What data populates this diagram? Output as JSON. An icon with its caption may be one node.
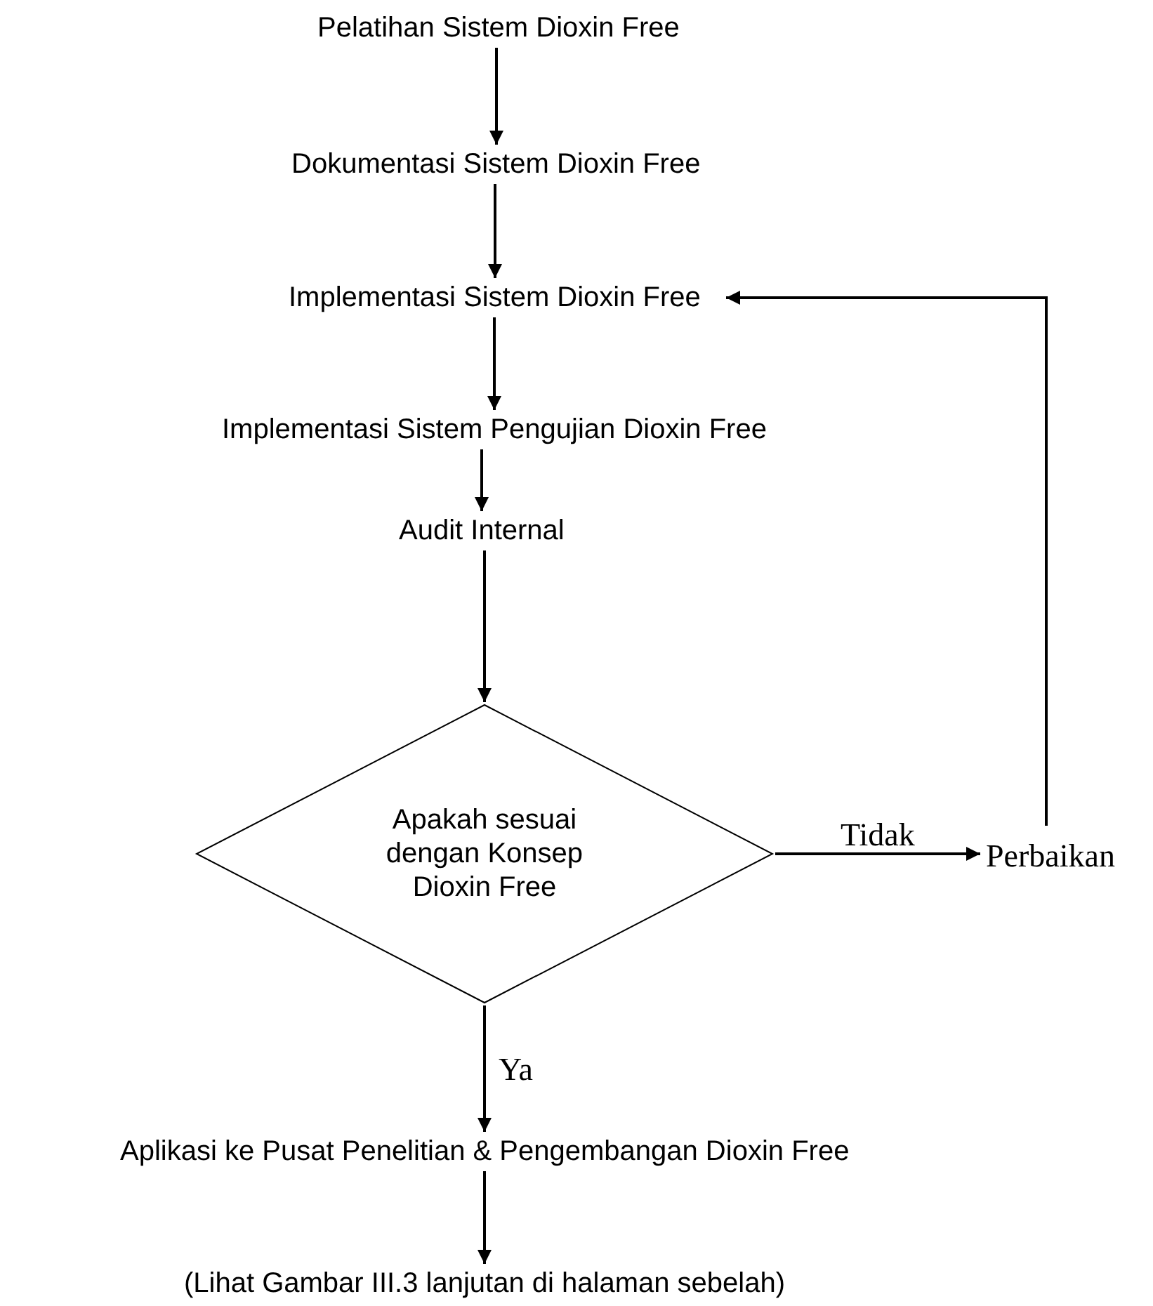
{
  "diagram": {
    "nodes": [
      {
        "text": [
          "Pelatihan Sistem Dioxin Free"
        ]
      },
      {
        "text": [
          "Dokumentasi Sistem Dioxin Free"
        ]
      },
      {
        "text": [
          "Implementasi Sistem Dioxin Free"
        ]
      },
      {
        "text": [
          "Implementasi Sistem Pengujian Dioxin Free"
        ]
      },
      {
        "text": [
          "Audit Internal"
        ]
      },
      {
        "text": [
          "Apakah sesuai dengan Konsep Dioxin Free"
        ]
      },
      {
        "text": [
          "Perbaikan"
        ]
      },
      {
        "text": [
          "Aplikasi ke Pusat Penelitian & Pengembangan Dioxin Free"
        ]
      },
      {
        "text": [
          "(Lihat Gambar III.3 lanjutan di halaman sebelah)"
        ]
      }
    ],
    "edges": [
      {
        "from": 0,
        "to": 1,
        "arrow": "to"
      },
      {
        "from": 1,
        "to": 2,
        "arrow": "to"
      },
      {
        "from": 2,
        "to": 3,
        "arrow": "to"
      },
      {
        "from": 3,
        "to": 4,
        "arrow": "to"
      },
      {
        "from": 4,
        "to": 5,
        "arrow": "to"
      },
      {
        "from": 5,
        "to": 6,
        "arrow": "to",
        "label": "Tidak"
      },
      {
        "from": 6,
        "to": 2,
        "arrow": "to"
      },
      {
        "from": 5,
        "to": 7,
        "arrow": "to",
        "label": "Ya"
      },
      {
        "from": 7,
        "to": 8,
        "arrow": "to"
      }
    ]
  }
}
